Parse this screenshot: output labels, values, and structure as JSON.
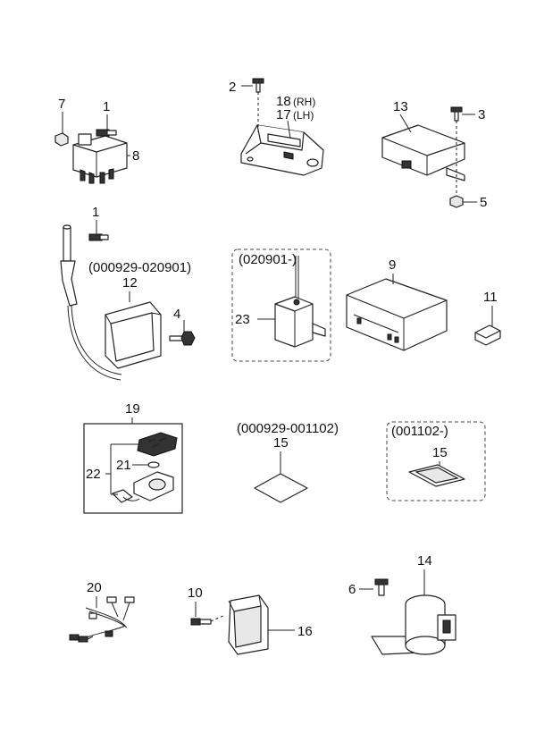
{
  "callouts": {
    "c1a": "1",
    "c1b": "1",
    "c2": "2",
    "c3": "3",
    "c4": "4",
    "c5": "5",
    "c6": "6",
    "c7": "7",
    "c8": "8",
    "c9": "9",
    "c10": "10",
    "c11": "11",
    "c12": "12",
    "c13": "13",
    "c14": "14",
    "c15a": "15",
    "c15b": "15",
    "c16": "16",
    "c17": "17",
    "c17_suffix": "(LH)",
    "c18": "18",
    "c18_suffix": "(RH)",
    "c19": "19",
    "c20": "20",
    "c21": "21",
    "c22": "22",
    "c23": "23"
  },
  "date_notes": {
    "note_12": "(000929-020901)",
    "note_23": "(020901-)",
    "note_15a": "(000929-001102)",
    "note_15b": "(001102-)"
  }
}
